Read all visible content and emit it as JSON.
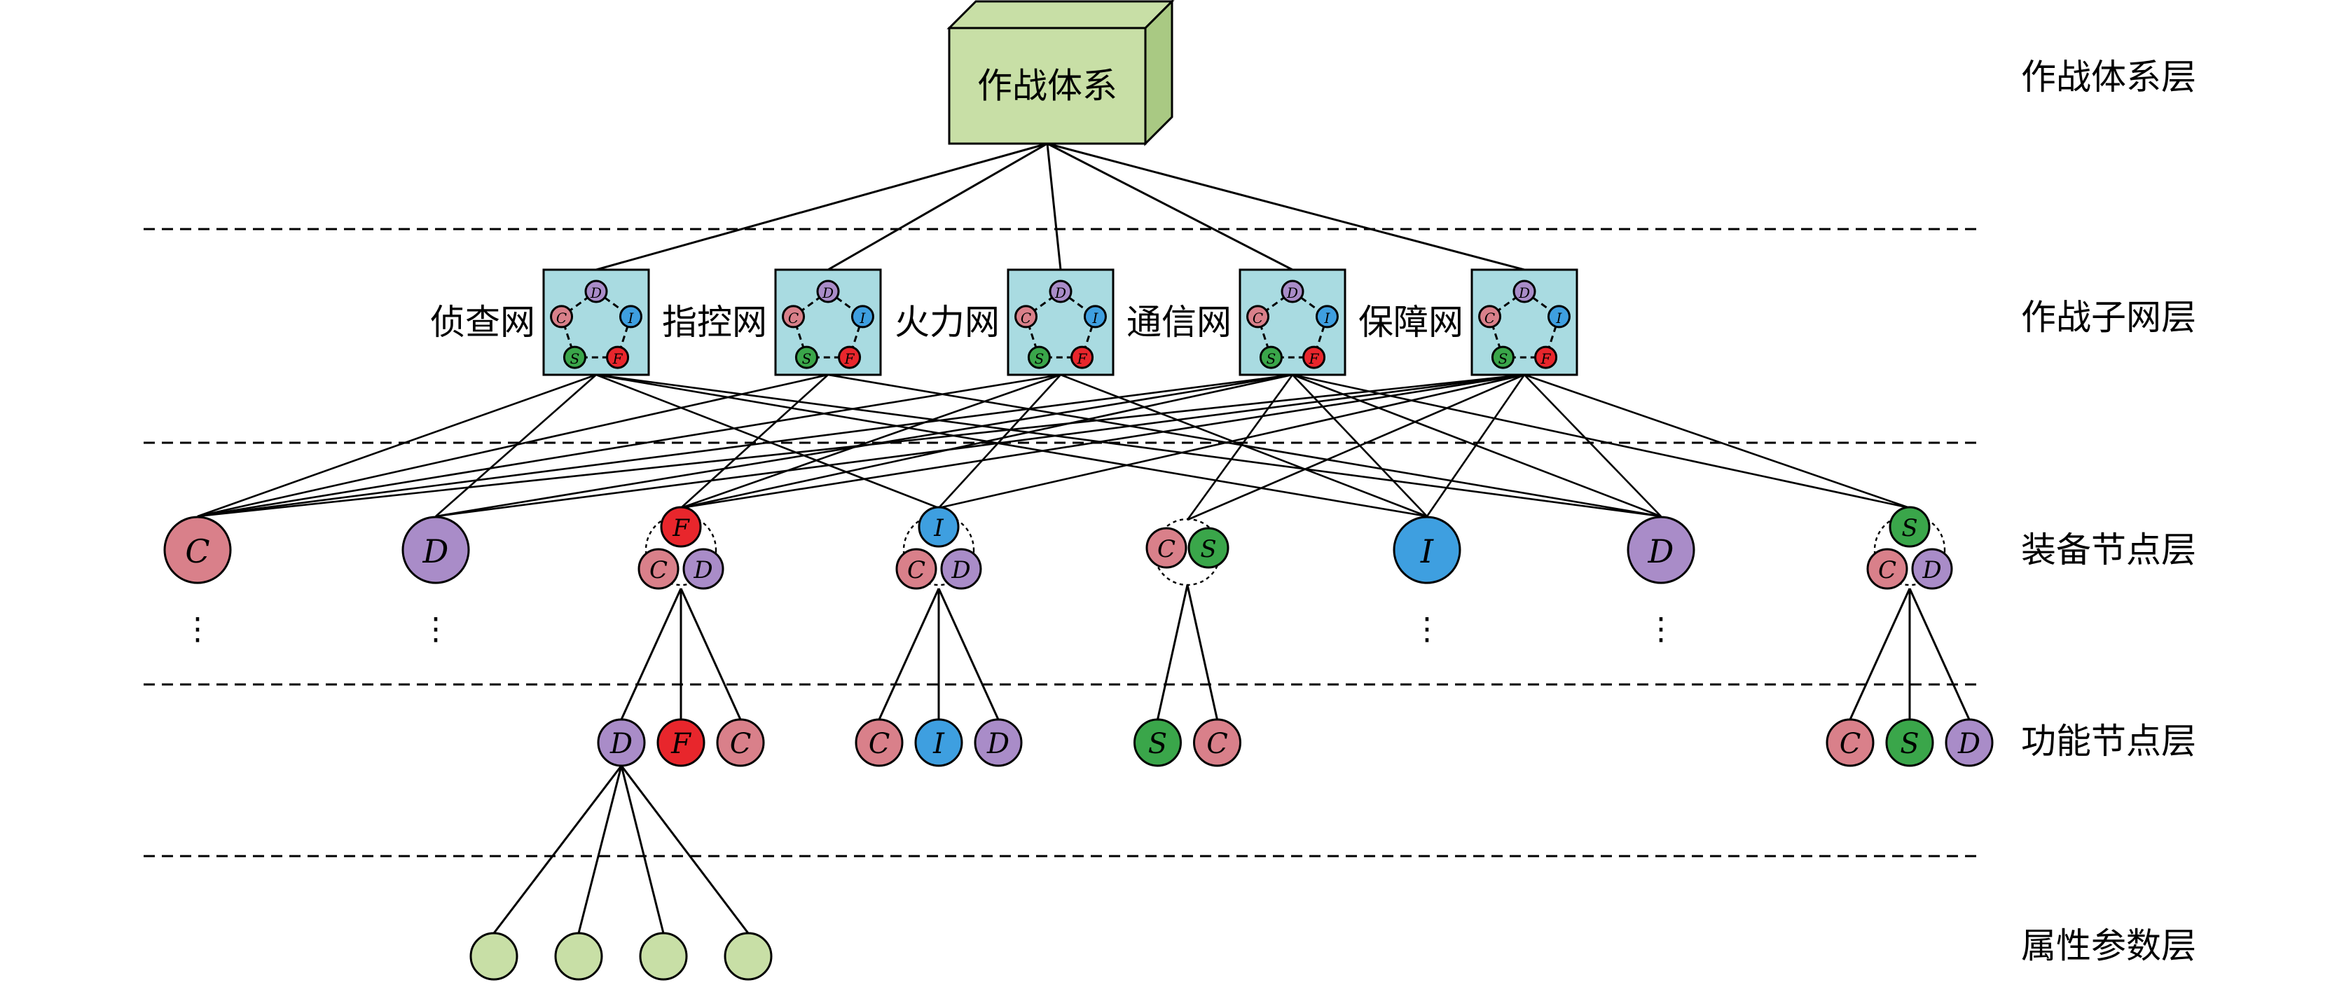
{
  "colors": {
    "C": "#d9808a",
    "D": "#a98cc8",
    "I": "#3e9fe0",
    "F": "#e8262c",
    "S": "#3aa64a",
    "system_box": "#c8dfa6",
    "subnet_box": "#a9dbe1",
    "attribute": "#c8dfa6",
    "line": "#000000"
  },
  "layers": [
    {
      "id": "system",
      "label": "作战体系层"
    },
    {
      "id": "subnet",
      "label": "作战子网层"
    },
    {
      "id": "equipment",
      "label": "装备节点层"
    },
    {
      "id": "function",
      "label": "功能节点层"
    },
    {
      "id": "attribute",
      "label": "属性参数层"
    }
  ],
  "system_node": {
    "label": "作战体系"
  },
  "subnets": [
    {
      "label": "侦查网"
    },
    {
      "label": "指控网"
    },
    {
      "label": "火力网"
    },
    {
      "label": "通信网"
    },
    {
      "label": "保障网"
    }
  ],
  "pentagon_letters": [
    "D",
    "I",
    "F",
    "S",
    "C"
  ],
  "equipment_nodes": [
    {
      "type": "single",
      "letter": "C",
      "ellipsis": "⋮"
    },
    {
      "type": "single",
      "letter": "D",
      "ellipsis": "⋮"
    },
    {
      "type": "group3",
      "letters": [
        "F",
        "C",
        "D"
      ]
    },
    {
      "type": "group3",
      "letters": [
        "I",
        "C",
        "D"
      ]
    },
    {
      "type": "group2",
      "letters": [
        "C",
        "S"
      ]
    },
    {
      "type": "single",
      "letter": "I",
      "ellipsis": "⋮"
    },
    {
      "type": "single",
      "letter": "D",
      "ellipsis": "⋮"
    },
    {
      "type": "group3",
      "letters": [
        "S",
        "C",
        "D"
      ]
    }
  ],
  "function_groups": [
    {
      "parent": 2,
      "letters": [
        "D",
        "F",
        "C"
      ]
    },
    {
      "parent": 3,
      "letters": [
        "C",
        "I",
        "D"
      ]
    },
    {
      "parent": 4,
      "letters": [
        "S",
        "C"
      ]
    },
    {
      "parent": 7,
      "letters": [
        "C",
        "S",
        "D"
      ]
    }
  ],
  "attribute_group": {
    "parent_function": "D",
    "count": 4
  },
  "subnet_to_equipment": [
    [
      0,
      0
    ],
    [
      0,
      1
    ],
    [
      0,
      3
    ],
    [
      0,
      5
    ],
    [
      0,
      6
    ],
    [
      1,
      0
    ],
    [
      1,
      2
    ],
    [
      1,
      6
    ],
    [
      2,
      0
    ],
    [
      2,
      2
    ],
    [
      2,
      3
    ],
    [
      2,
      5
    ],
    [
      3,
      0
    ],
    [
      3,
      1
    ],
    [
      3,
      2
    ],
    [
      3,
      4
    ],
    [
      3,
      5
    ],
    [
      3,
      6
    ],
    [
      3,
      7
    ],
    [
      4,
      0
    ],
    [
      4,
      1
    ],
    [
      4,
      2
    ],
    [
      4,
      3
    ],
    [
      4,
      4
    ],
    [
      4,
      5
    ],
    [
      4,
      6
    ],
    [
      4,
      7
    ]
  ]
}
